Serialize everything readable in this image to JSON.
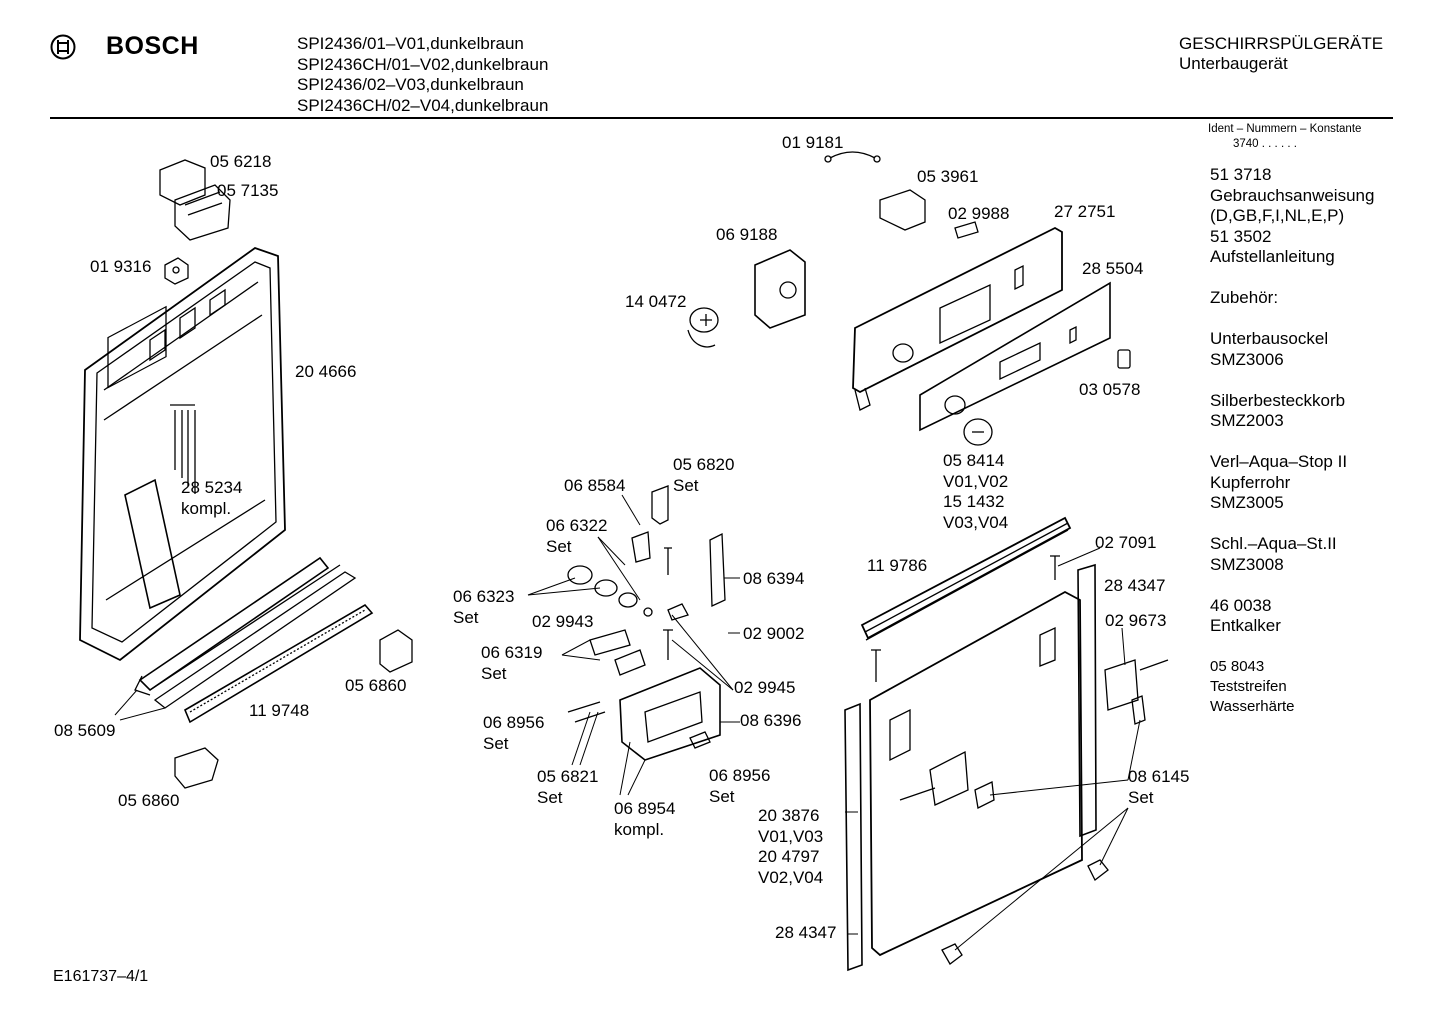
{
  "header": {
    "brand": "BOSCH",
    "models": [
      "SPI2436/01–V01,dunkelbraun",
      "SPI2436CH/01–V02,dunkelbraun",
      "SPI2436/02–V03,dunkelbraun",
      "SPI2436CH/02–V04,dunkelbraun"
    ],
    "category_line1": "GESCHIRRSPÜLGERÄTE",
    "category_line2": "Unterbaugerät"
  },
  "ident": {
    "title": "Ident – Nummern – Konstante",
    "value": "3740 . .   . . . ."
  },
  "sidebar": {
    "items": [
      {
        "lines": [
          "51 3718",
          "Gebrauchsanweisung",
          "(D,GB,F,I,NL,E,P)",
          "51 3502",
          "Aufstellanleitung"
        ]
      },
      {
        "lines": [
          "Zubehör:"
        ]
      },
      {
        "lines": [
          "Unterbausockel",
          "SMZ3006"
        ]
      },
      {
        "lines": [
          "Silberbesteckkorb",
          "SMZ2003"
        ]
      },
      {
        "lines": [
          "Verl–Aqua–Stop II",
          "Kupferrohr",
          "SMZ3005"
        ]
      },
      {
        "lines": [
          "Schl.–Aqua–St.II",
          "SMZ3008"
        ]
      },
      {
        "lines": [
          "46 0038",
          "Entkalker"
        ]
      }
    ],
    "small_item": [
      "05 8043",
      "Teststreifen",
      "Wasserhärte"
    ]
  },
  "parts": {
    "p056218": "05 6218",
    "p057135": "05 7135",
    "p019316": "01 9316",
    "p204666": "20 4666",
    "p285234": [
      "28 5234",
      "kompl."
    ],
    "p056860a": "05 6860",
    "p119748": "11 9748",
    "p085609": "08 5609",
    "p056860b": "05 6860",
    "p019181": "01 9181",
    "p053961": "05 3961",
    "p029988": "02 9988",
    "p272751": "27 2751",
    "p069188": "06 9188",
    "p140472": "14 0472",
    "p285504": "28 5504",
    "p030578": "03 0578",
    "p058414": [
      "05 8414",
      "V01,V02",
      "15 1432",
      "V03,V04"
    ],
    "p068584": "06 8584",
    "p056820": [
      "05 6820",
      "Set"
    ],
    "p066322": [
      "06 6322",
      "Set"
    ],
    "p066323": [
      "06 6323",
      "Set"
    ],
    "p029943": "02 9943",
    "p086394": "08 6394",
    "p029002": "02 9002",
    "p066319": [
      "06 6319",
      "Set"
    ],
    "p029945": "02 9945",
    "p086396": "08 6396",
    "p068956a": [
      "06 8956",
      "Set"
    ],
    "p068956b": [
      "06 8956",
      "Set"
    ],
    "p056821": [
      "05 6821",
      "Set"
    ],
    "p068954": [
      "06 8954",
      "kompl."
    ],
    "p119786": "11 9786",
    "p027091": "02 7091",
    "p284347a": "28 4347",
    "p029673": "02 9673",
    "p086145": [
      "08 6145",
      "Set"
    ],
    "p203876": [
      "20 3876",
      "V01,V03",
      "20 4797",
      "V02,V04"
    ],
    "p284347b": "28 4347"
  },
  "footer": {
    "code": "E161737–4/1"
  }
}
